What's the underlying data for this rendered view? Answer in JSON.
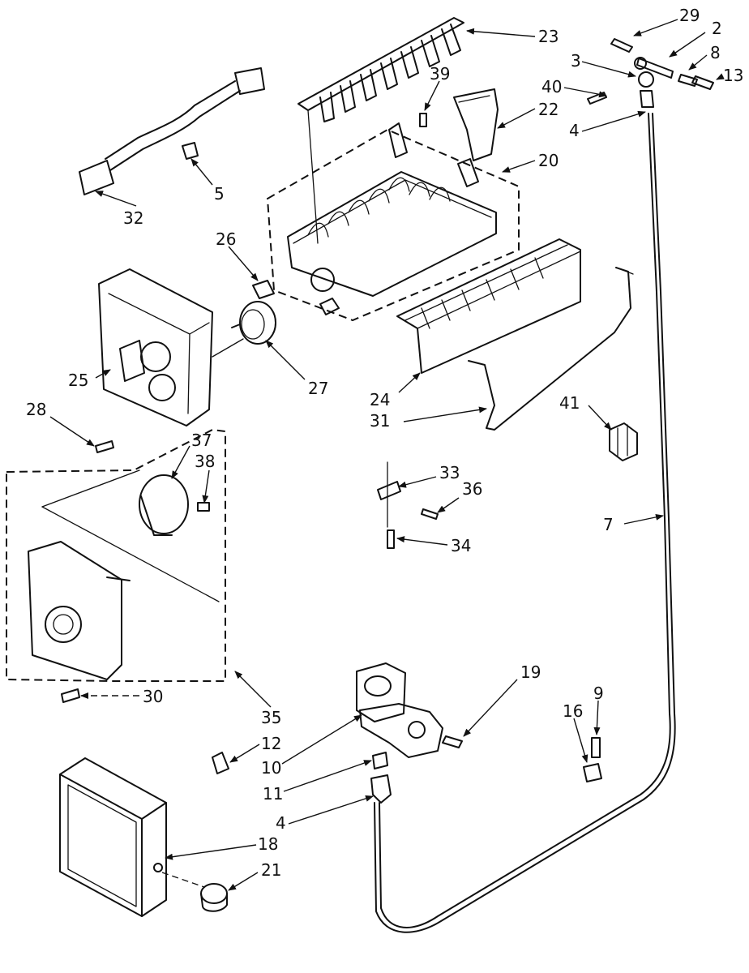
{
  "header": {
    "visible_text": ""
  },
  "labels": {
    "l23": "23",
    "l29": "29",
    "l2": "2",
    "l8": "8",
    "l13": "13",
    "l3": "3",
    "l39": "39",
    "l40": "40",
    "l22": "22",
    "l4a": "4",
    "l20": "20",
    "l32": "32",
    "l5": "5",
    "l26": "26",
    "l25": "25",
    "l27": "27",
    "l28": "28",
    "l24": "24",
    "l31": "31",
    "l41": "41",
    "l37": "37",
    "l38": "38",
    "l33": "33",
    "l36": "36",
    "l34": "34",
    "l7": "7",
    "l30": "30",
    "l19": "19",
    "l35": "35",
    "l9": "9",
    "l16": "16",
    "l12": "12",
    "l10": "10",
    "l11": "11",
    "l4b": "4",
    "l18": "18",
    "l21": "21"
  }
}
